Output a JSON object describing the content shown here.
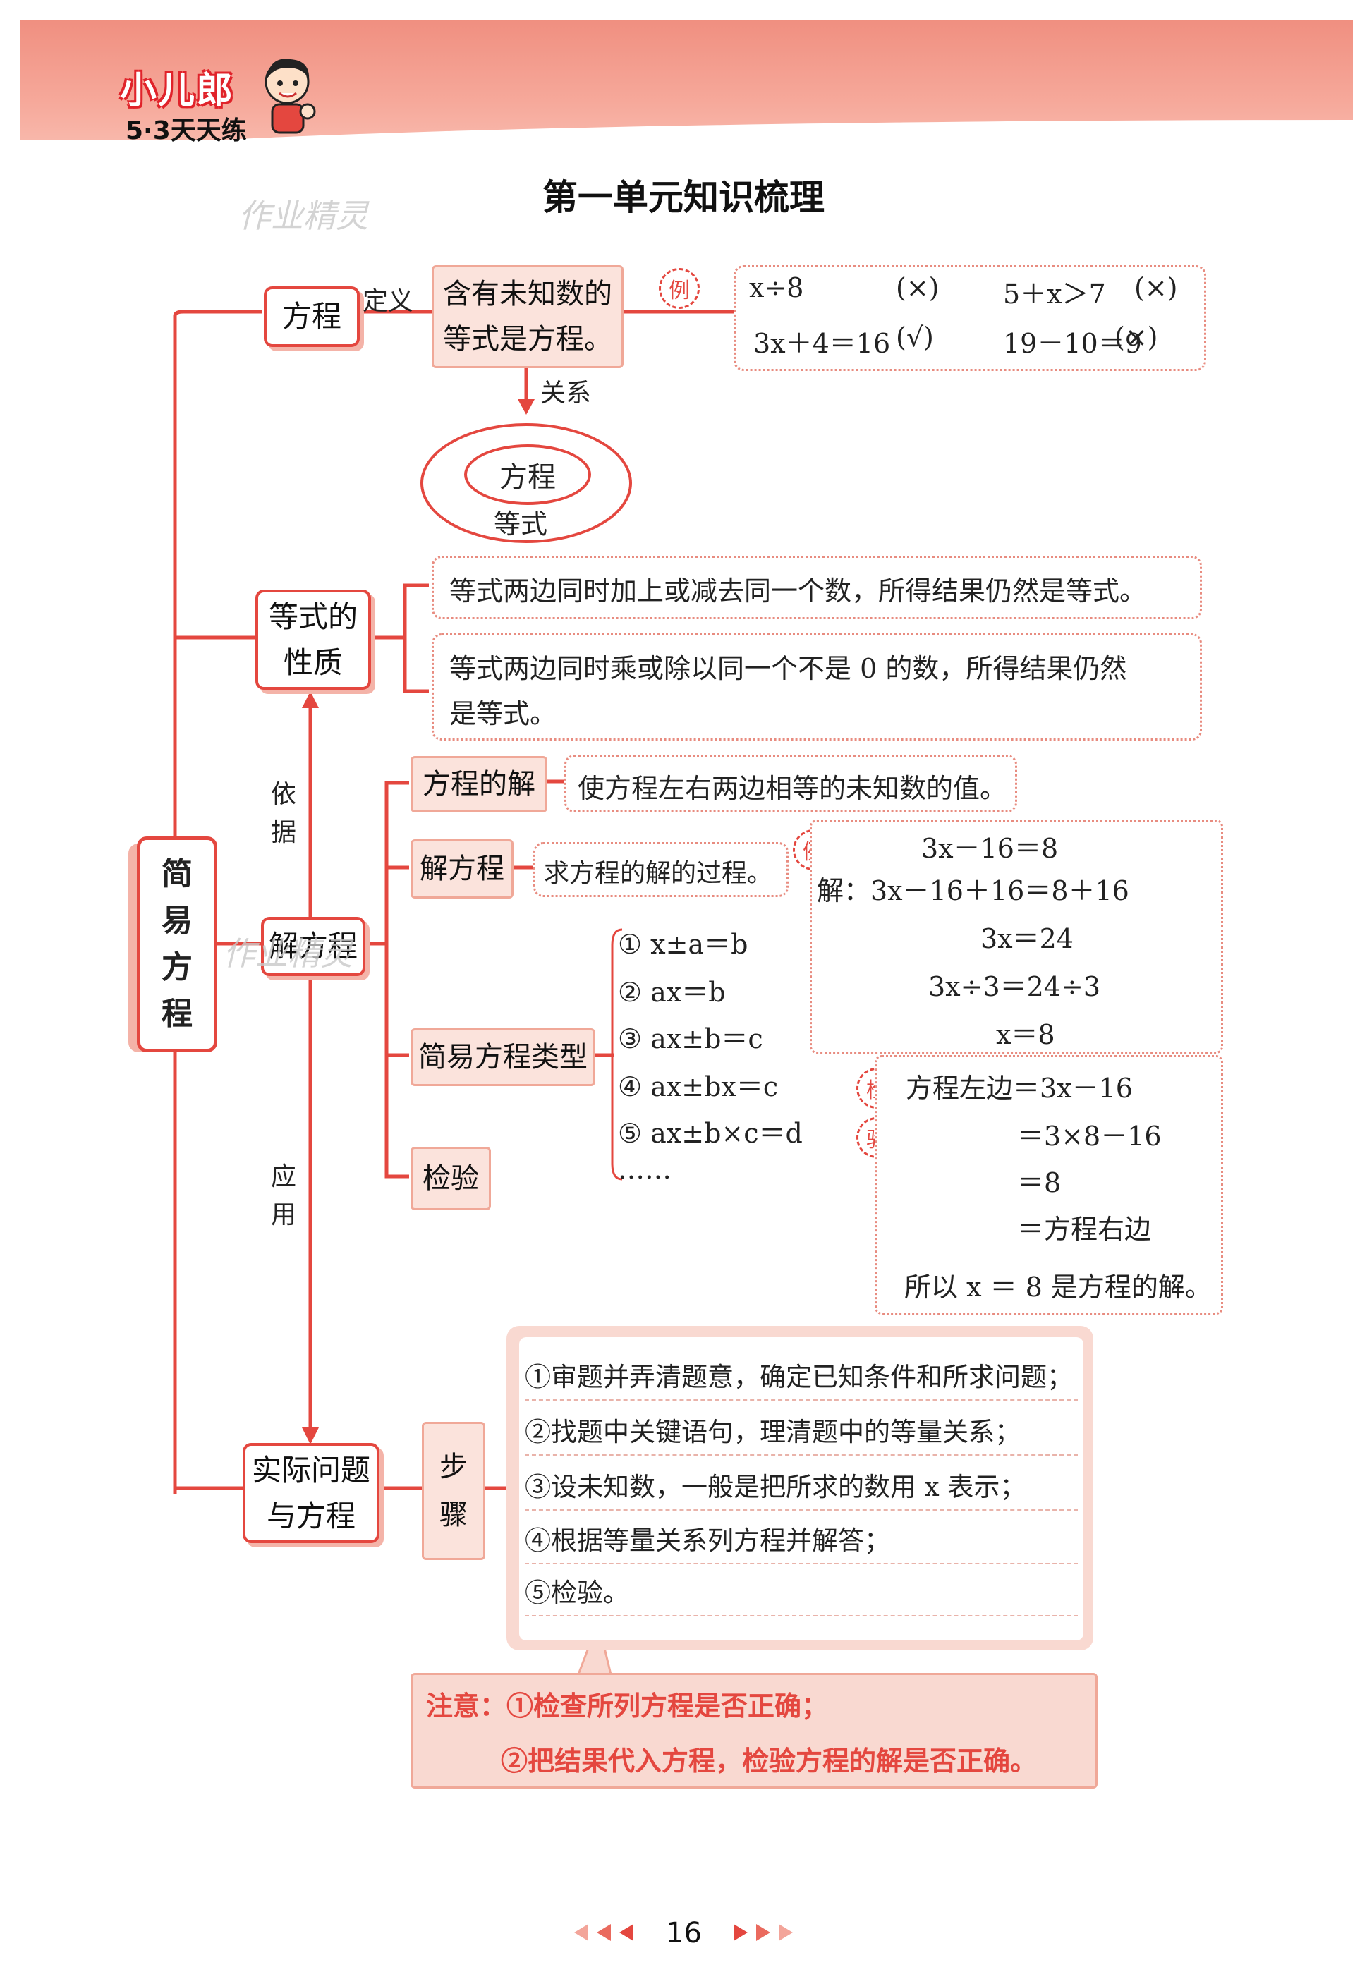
{
  "header": {
    "logo_main": "小儿郎",
    "logo_sub": "5·3天天练",
    "watermark": "作业精灵"
  },
  "title": "第一单元知识梳理",
  "root": {
    "label_chars": [
      "简",
      "易",
      "方",
      "程"
    ]
  },
  "equation": {
    "node": "方程",
    "edge_definition": "定义",
    "definition_line1": "含有未知数的",
    "definition_line2": "等式是方程。",
    "example_badge": "例",
    "examples": [
      {
        "expr": "x÷8",
        "mark": "(×)"
      },
      {
        "expr": "5＋x＞7",
        "mark": "(×)"
      },
      {
        "expr": "3x＋4＝16",
        "mark": "(√)"
      },
      {
        "expr": "19－10＝9",
        "mark": "(×)"
      }
    ],
    "edge_relation": "关系",
    "venn_inner": "方程",
    "venn_outer": "等式"
  },
  "equality": {
    "node_line1": "等式的",
    "node_line2": "性质",
    "property1": "等式两边同时加上或减去同一个数，所得结果仍然是等式。",
    "property2_line1": "等式两边同时乘或除以同一个不是 0 的数，所得结果仍然",
    "property2_line2": "是等式。",
    "edge_basis": [
      "依",
      "据"
    ]
  },
  "solve": {
    "node": "解方程",
    "solution_label": "方程的解",
    "solution_def": "使方程左右两边相等的未知数的值。",
    "solving_label": "解方程",
    "solving_def": "求方程的解的过程。",
    "example_badge": "例",
    "example_lines": [
      "3x－16＝8",
      "解：3x－16＋16＝8＋16",
      "3x＝24",
      "3x÷3＝24÷3",
      "x＝8"
    ],
    "types_label": "简易方程类型",
    "types": [
      "① x±a＝b",
      "② ax＝b",
      "③ ax±b＝c",
      "④ ax±bx＝c",
      "⑤ ax±b×c＝d",
      "……"
    ],
    "check_label": "检验",
    "check_badges": [
      "检",
      "验"
    ],
    "check_lines": [
      "方程左边＝3x－16",
      "＝3×8－16",
      "＝8",
      "＝方程右边",
      "所以 x ＝ 8 是方程的解。"
    ],
    "edge_apply": [
      "应",
      "用"
    ]
  },
  "application": {
    "node_line1": "实际问题",
    "node_line2": "与方程",
    "steps_label": [
      "步",
      "骤"
    ],
    "steps": [
      "①审题并弄清题意，确定已知条件和所求问题；",
      "②找题中关键语句，理清题中的等量关系；",
      "③设未知数，一般是把所求的数用 x 表示；",
      "④根据等量关系列方程并解答；",
      "⑤检验。"
    ],
    "note_line1": "注意：①检查所列方程是否正确；",
    "note_line2": "②把结果代入方程，检验方程的解是否正确。"
  },
  "footer": {
    "page_number": "16"
  },
  "colors": {
    "accent": "#e4473f",
    "soft": "#f9d9d1",
    "banner": "#f39a8b"
  }
}
